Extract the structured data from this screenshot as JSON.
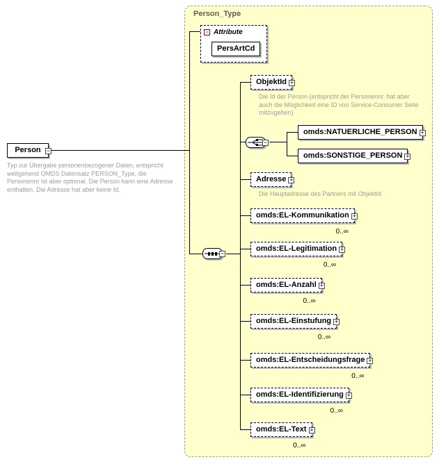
{
  "icons": {
    "expand": "+",
    "collapse": "−"
  },
  "person": {
    "label": "Person",
    "description": "Typ zur Übergabe personenbezogener Daten, entspricht weitgehend OMDS Datensatz PERSON_Type, die Personennr ist aber optional. Die Person kann eine Adresse enthalten. Die Adresse hat aber keine Id."
  },
  "person_type": {
    "title": "Person_Type",
    "attribute_header": "Attribute",
    "attributes": [
      {
        "label": "PersArtCd"
      }
    ],
    "children": [
      {
        "label": "ObjektId",
        "description": "Die Id der Person (entspricht der Personennr, hat aber auch die Möglichkeit eine ID von Service-Consumer Seite mitzugeben)"
      },
      {
        "label": "omds:NATUERLICHE_PERSON"
      },
      {
        "label": "omds:SONSTIGE_PERSON"
      },
      {
        "label": "Adresse",
        "description": "Die Hauptadresse des Partners mit ObjektId"
      },
      {
        "label": "omds:EL-Kommunikation",
        "multiplicity": "0..∞"
      },
      {
        "label": "omds:EL-Legitimation",
        "multiplicity": "0..∞"
      },
      {
        "label": "omds:EL-Anzahl",
        "multiplicity": "0..∞"
      },
      {
        "label": "omds:EL-Einstufung",
        "multiplicity": "0..∞"
      },
      {
        "label": "omds:EL-Entscheidungsfrage",
        "multiplicity": "0..∞"
      },
      {
        "label": "omds:EL-Identifizierung",
        "multiplicity": "0..∞"
      },
      {
        "label": "omds:EL-Text",
        "multiplicity": "0..∞"
      }
    ]
  }
}
